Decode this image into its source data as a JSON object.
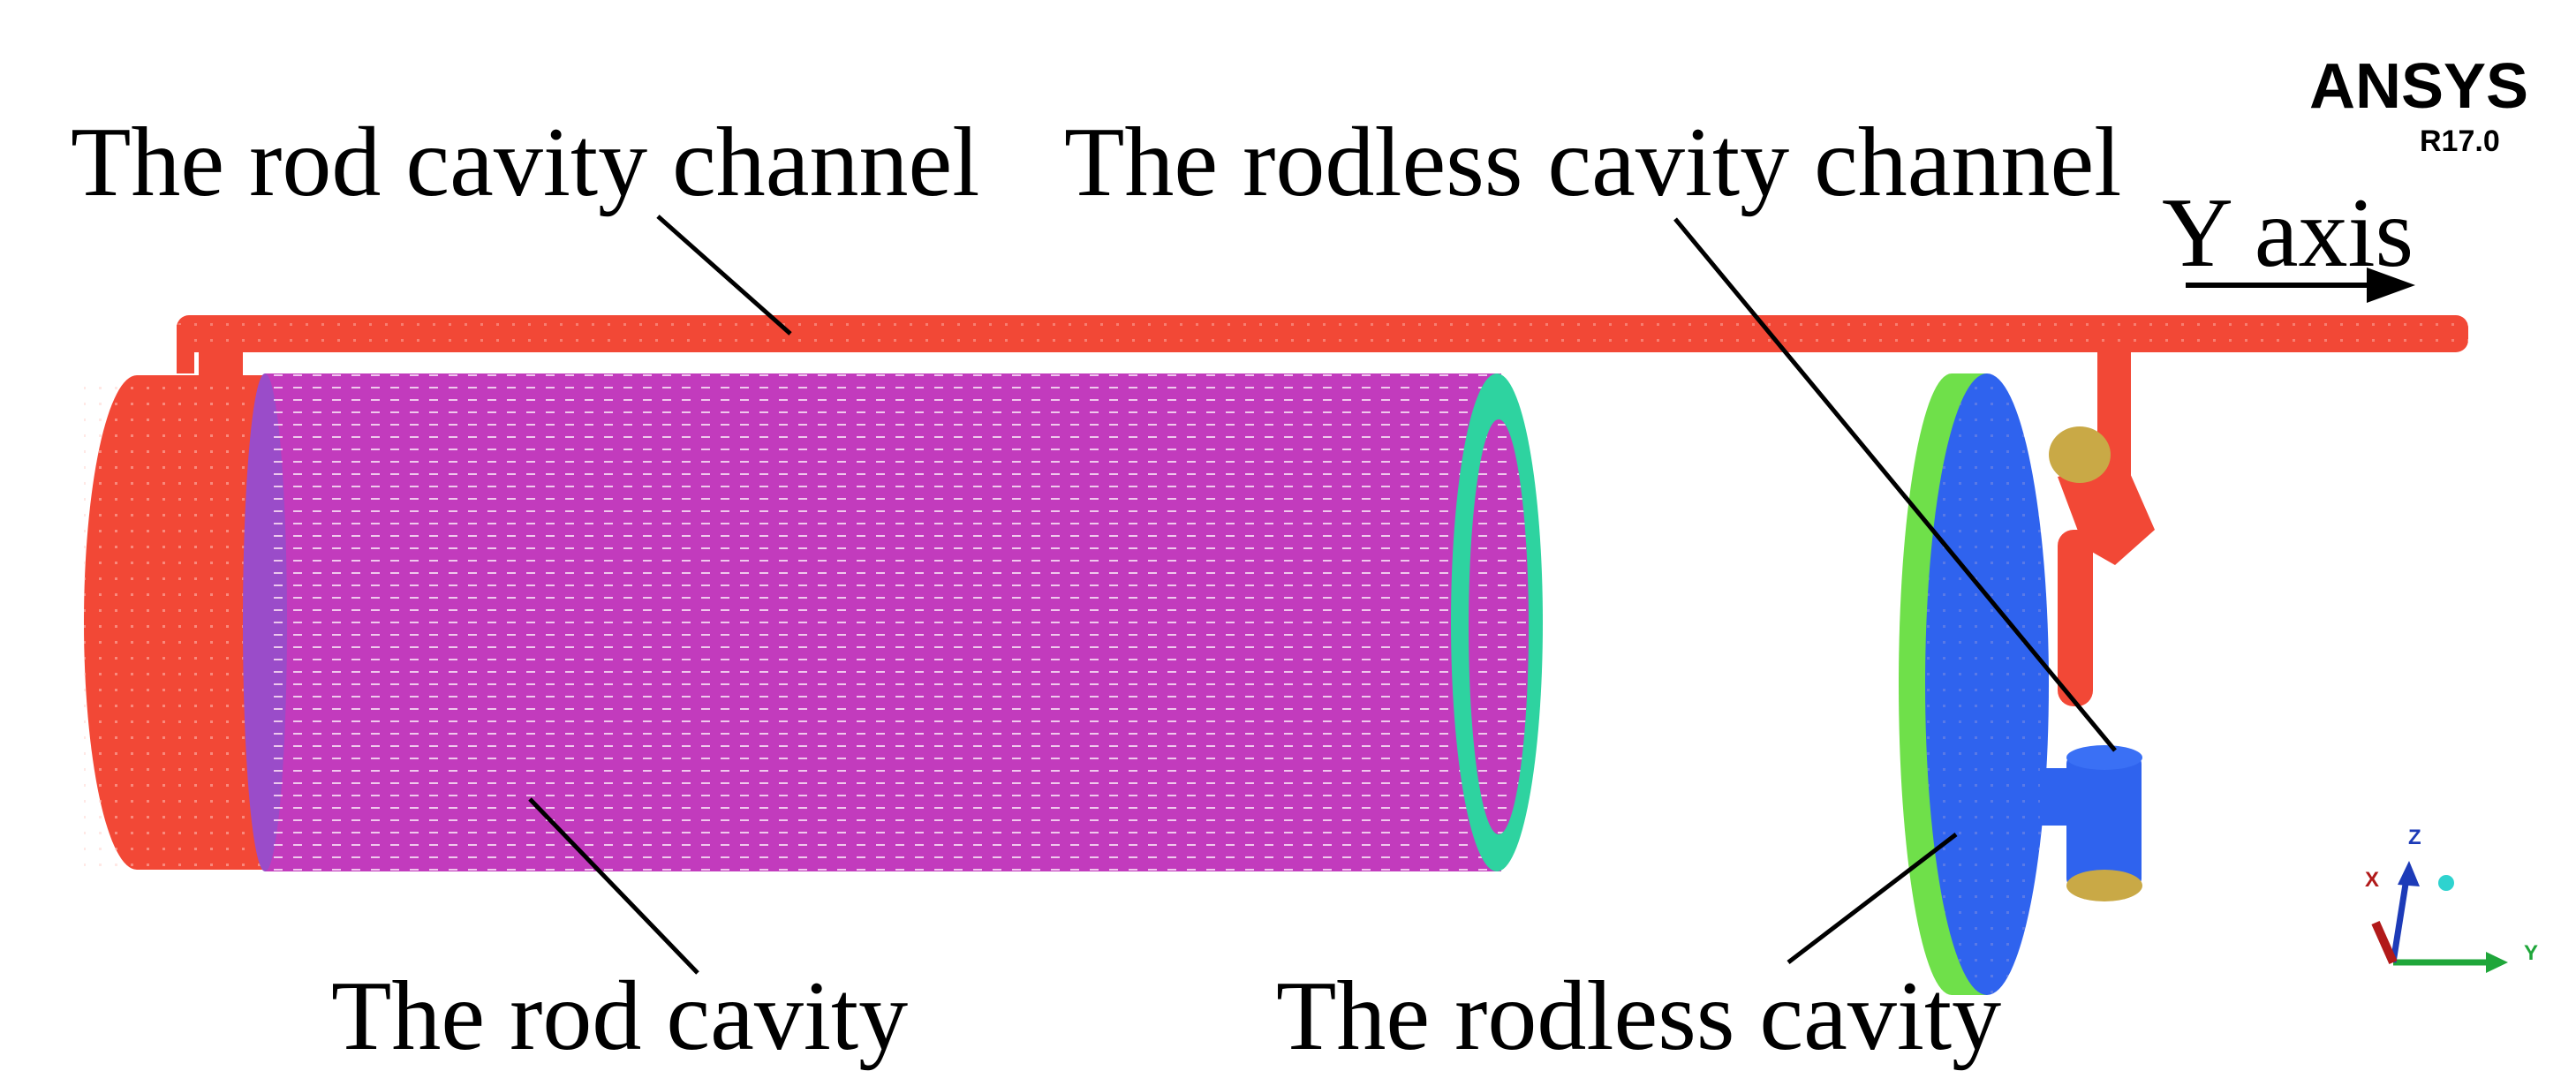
{
  "labels": {
    "rod_channel": "The rod cavity channel",
    "rodless_channel": "The rodless cavity channel",
    "rod_cavity": "The rod cavity",
    "rodless_cavity": "The rodless cavity",
    "y_axis": "Y axis"
  },
  "logo": {
    "brand": "ANSYS",
    "version": "R17.0"
  },
  "triad": {
    "x": "X",
    "y": "Y",
    "z": "Z"
  },
  "colors": {
    "channel": "#f24836",
    "rod_cavity": "#c23bbd",
    "ring": "#2ed3a0",
    "rodless_cavity": "#2f63ee",
    "rodless_rim": "#6fe04a",
    "port": "#c9a946"
  }
}
